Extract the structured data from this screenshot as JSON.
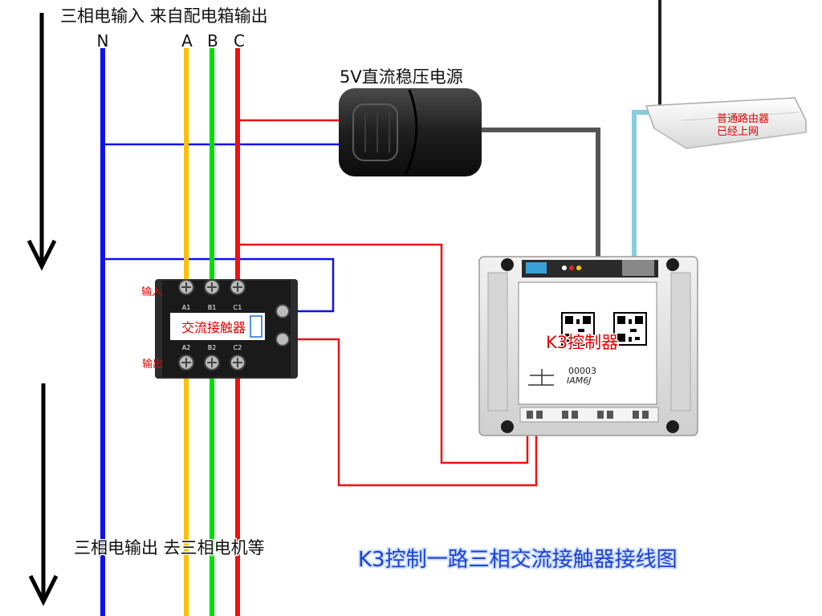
{
  "labels": {
    "input_header": "三相电输入 来自配电箱输出",
    "phase_n": "N",
    "phase_a": "A",
    "phase_b": "B",
    "phase_c": "C",
    "power_supply": "5V直流稳压电源",
    "router": "普通路由器",
    "router_status": "已经上网",
    "contactor_in": "输入",
    "contactor_out": "输出",
    "contactor_name": "交流接触器",
    "contactor_a1": "A1",
    "contactor_b1": "B1",
    "contactor_c1": "C1",
    "contactor_a2": "A2",
    "contactor_b2": "B2",
    "contactor_c2": "C2",
    "controller_name": "K3控制器",
    "controller_serial": "00003",
    "controller_code": "IAM6J",
    "output_footer": "三相电输出 去三相电机等",
    "diagram_title": "K3控制一路三相交流接触器接线图"
  },
  "colors": {
    "neutral": "#1010ee",
    "phase_a": "#ffc000",
    "phase_b": "#00dd00",
    "phase_c": "#ee1111",
    "network_cable": "#88ccdd",
    "dc_cable": "#555555",
    "title": "#1a3fd6",
    "label_red": "#e60000"
  }
}
